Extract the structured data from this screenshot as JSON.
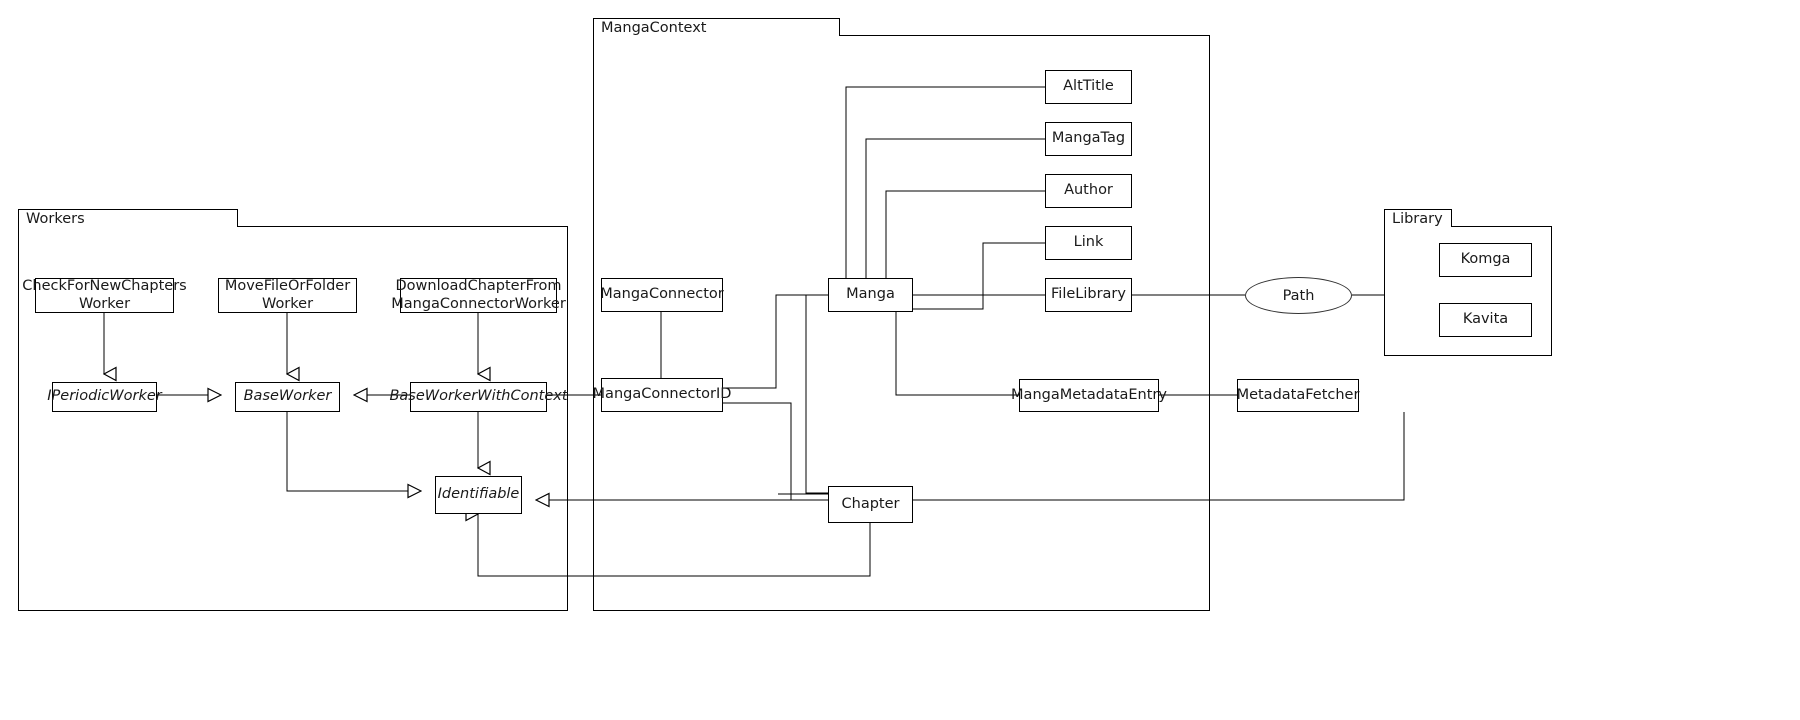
{
  "diagram": {
    "type": "uml-class-diagram",
    "background": "#ffffff",
    "stroke": "#000000"
  },
  "packages": [
    {
      "id": "workers",
      "label": "Workers"
    },
    {
      "id": "mangacontext",
      "label": "MangaContext"
    },
    {
      "id": "library",
      "label": "Library"
    }
  ],
  "nodes": {
    "check_for_new_chapters_worker": "CheckForNewChapters\nWorker",
    "move_file_or_folder_worker": "MoveFileOrFolder\nWorker",
    "download_chapter_from_manga_connector_worker": "DownloadChapterFrom\nMangaConnectorWorker",
    "iperiodic_worker": "IPeriodicWorker",
    "base_worker": "BaseWorker",
    "base_worker_with_context": "BaseWorkerWithContext",
    "identifiable": "Identifiable",
    "manga_connector": "MangaConnector",
    "manga_connector_id": "MangaConnectorID",
    "manga": "Manga",
    "chapter": "Chapter",
    "alt_title": "AltTitle",
    "manga_tag": "MangaTag",
    "author": "Author",
    "link": "Link",
    "file_library": "FileLibrary",
    "manga_metadata_entry": "MangaMetadataEntry",
    "metadata_fetcher": "MetadataFetcher",
    "path": "Path",
    "komga": "Komga",
    "kavita": "Kavita"
  },
  "abstract_nodes": [
    "iperiodic_worker",
    "base_worker",
    "base_worker_with_context",
    "identifiable"
  ]
}
